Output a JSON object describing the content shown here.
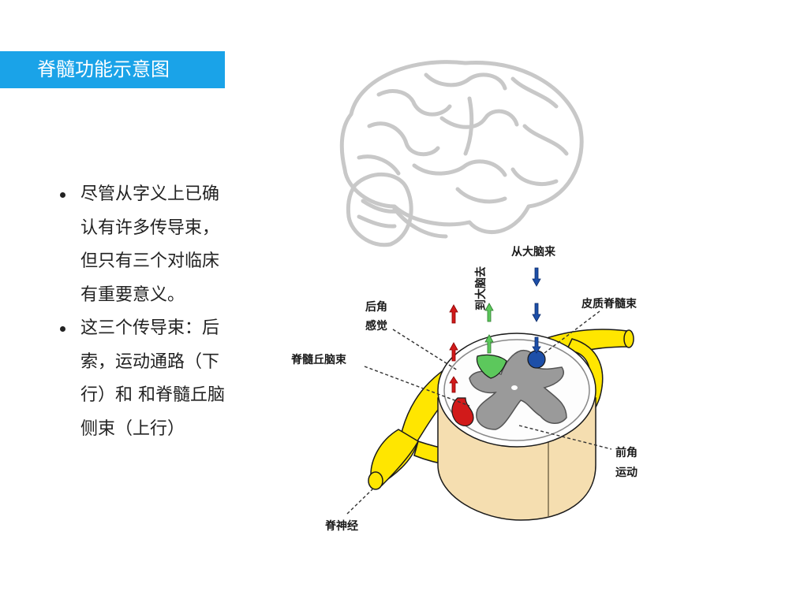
{
  "slide": {
    "title": "脊髓功能示意图",
    "bullets": [
      {
        "lines": [
          "尽管从字义上已确",
          "认有许多传导束，",
          "但只有三个对临床",
          "有重要意义。"
        ]
      },
      {
        "lines": [
          "这三个传导束：后",
          "索，运动通路（下",
          "行）和 和脊髓丘脑",
          "侧束（上行）"
        ]
      }
    ]
  },
  "diagram": {
    "labels": {
      "from_brain": "从大脑来",
      "to_brain": "到大脑去",
      "corticospinal": "皮质脊髓束",
      "posterior_horn_line1": "后角",
      "posterior_horn_line2": "感觉",
      "spinothalamic": "脊髓丘脑束",
      "anterior_horn_line1": "前角",
      "anterior_horn_line2": "运动",
      "spinal_nerve": "脊神经"
    },
    "colors": {
      "title_bar": "#1aa3e8",
      "nerve": "#ffe600",
      "cord_body": "#f5deb0",
      "grey_matter": "#9a9a9a",
      "descending_tract": "#1d4fa8",
      "ascending_sensory": "#5cc85c",
      "spinothalamic": "#d11a1a",
      "brain_outline": "#c8c8c8"
    }
  }
}
